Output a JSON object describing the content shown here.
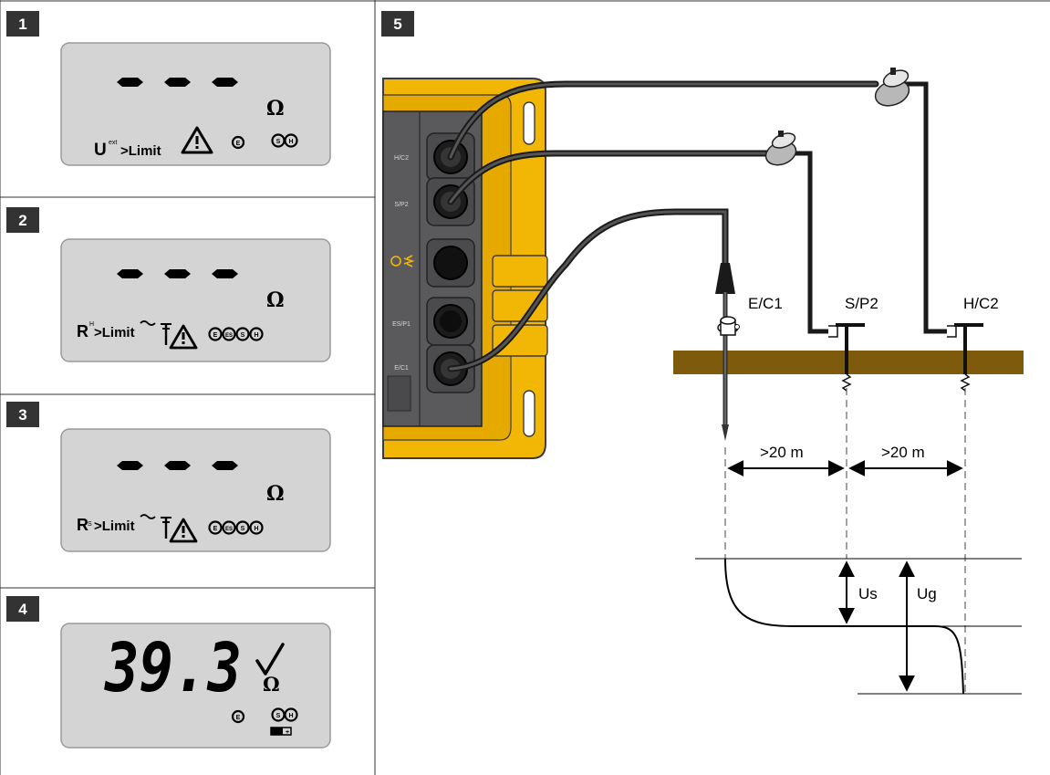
{
  "panels": [
    {
      "number": "1",
      "display": {
        "dashes": "- - -",
        "unit": "Ω",
        "status_main": "U",
        "status_sup": "ext",
        "status_rest": ">Limit",
        "terminals": [
          "E",
          "S",
          "H"
        ]
      }
    },
    {
      "number": "2",
      "display": {
        "dashes": "- - -",
        "unit": "Ω",
        "status_main": "R",
        "status_sup": "H",
        "status_rest": ">Limit",
        "terminals": [
          "E",
          "ES",
          "S",
          "H"
        ]
      }
    },
    {
      "number": "3",
      "display": {
        "dashes": "- - -",
        "unit": "Ω",
        "status_main": "R",
        "status_sup": "S",
        "status_rest": ">Limit",
        "terminals": [
          "E",
          "ES",
          "S",
          "H"
        ]
      }
    },
    {
      "number": "4",
      "display": {
        "reading": "39.3",
        "unit": "Ω",
        "terminals": [
          "E",
          "S",
          "H"
        ]
      }
    },
    {
      "number": "5"
    }
  ],
  "instrument": {
    "jacks": [
      "H/C2",
      "S/P2",
      "",
      "ES/P1",
      "E/C1"
    ],
    "accent_color": "#f2b705",
    "panel_color": "#5a5a5c"
  },
  "electrodes": {
    "labels": [
      "E/C1",
      "S/P2",
      "H/C2"
    ],
    "distance_1": ">20 m",
    "distance_2": ">20 m"
  },
  "potential": {
    "us_label": "Us",
    "ug_label": "Ug"
  },
  "colors": {
    "tag_bg": "#333333",
    "lcd_bg": "#d4d4d4",
    "lcd_border": "#9a9a9a",
    "soil": "#7d5a0c"
  }
}
